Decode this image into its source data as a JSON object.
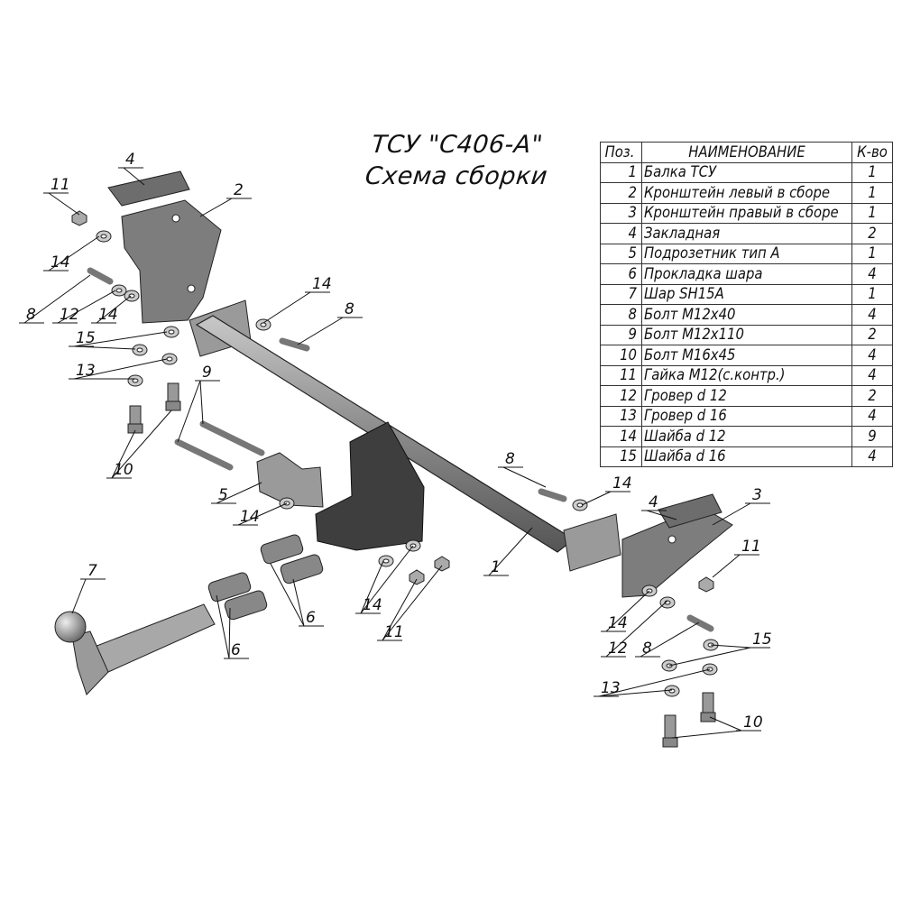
{
  "title": {
    "line1": "ТСУ \"С406-А\"",
    "line2": "Схема сборки"
  },
  "table": {
    "headers": {
      "pos": "Поз.",
      "name": "НАИМЕНОВАНИЕ",
      "qty": "К-во"
    },
    "rows": [
      {
        "pos": "1",
        "name": "Балка ТСУ",
        "qty": "1"
      },
      {
        "pos": "2",
        "name": "Кронштейн левый в сборе",
        "qty": "1"
      },
      {
        "pos": "3",
        "name": "Кронштейн правый в сборе",
        "qty": "1"
      },
      {
        "pos": "4",
        "name": "Закладная",
        "qty": "2"
      },
      {
        "pos": "5",
        "name": "Подрозетник тип А",
        "qty": "1"
      },
      {
        "pos": "6",
        "name": "Прокладка шара",
        "qty": "4"
      },
      {
        "pos": "7",
        "name": "Шар SH15A",
        "qty": "1"
      },
      {
        "pos": "8",
        "name": "Болт М12х40",
        "qty": "4"
      },
      {
        "pos": "9",
        "name": "Болт М12х110",
        "qty": "2"
      },
      {
        "pos": "10",
        "name": "Болт М16х45",
        "qty": "4"
      },
      {
        "pos": "11",
        "name": "Гайка М12(с.контр.)",
        "qty": "4"
      },
      {
        "pos": "12",
        "name": "Гровер d 12",
        "qty": "2"
      },
      {
        "pos": "13",
        "name": "Гровер d 16",
        "qty": "4"
      },
      {
        "pos": "14",
        "name": "Шайба d 12",
        "qty": "9"
      },
      {
        "pos": "15",
        "name": "Шайба d 16",
        "qty": "4"
      }
    ]
  },
  "callouts": [
    "4",
    "11",
    "2",
    "14",
    "8",
    "12",
    "14",
    "15",
    "13",
    "14",
    "8",
    "9",
    "10",
    "5",
    "14",
    "7",
    "6",
    "6",
    "14",
    "11",
    "8",
    "14",
    "1",
    "4",
    "3",
    "11",
    "14",
    "12",
    "8",
    "15",
    "13",
    "10"
  ],
  "colors": {
    "part": "#8c8c8c",
    "part_dark": "#3e3e3e",
    "line": "#111111"
  }
}
